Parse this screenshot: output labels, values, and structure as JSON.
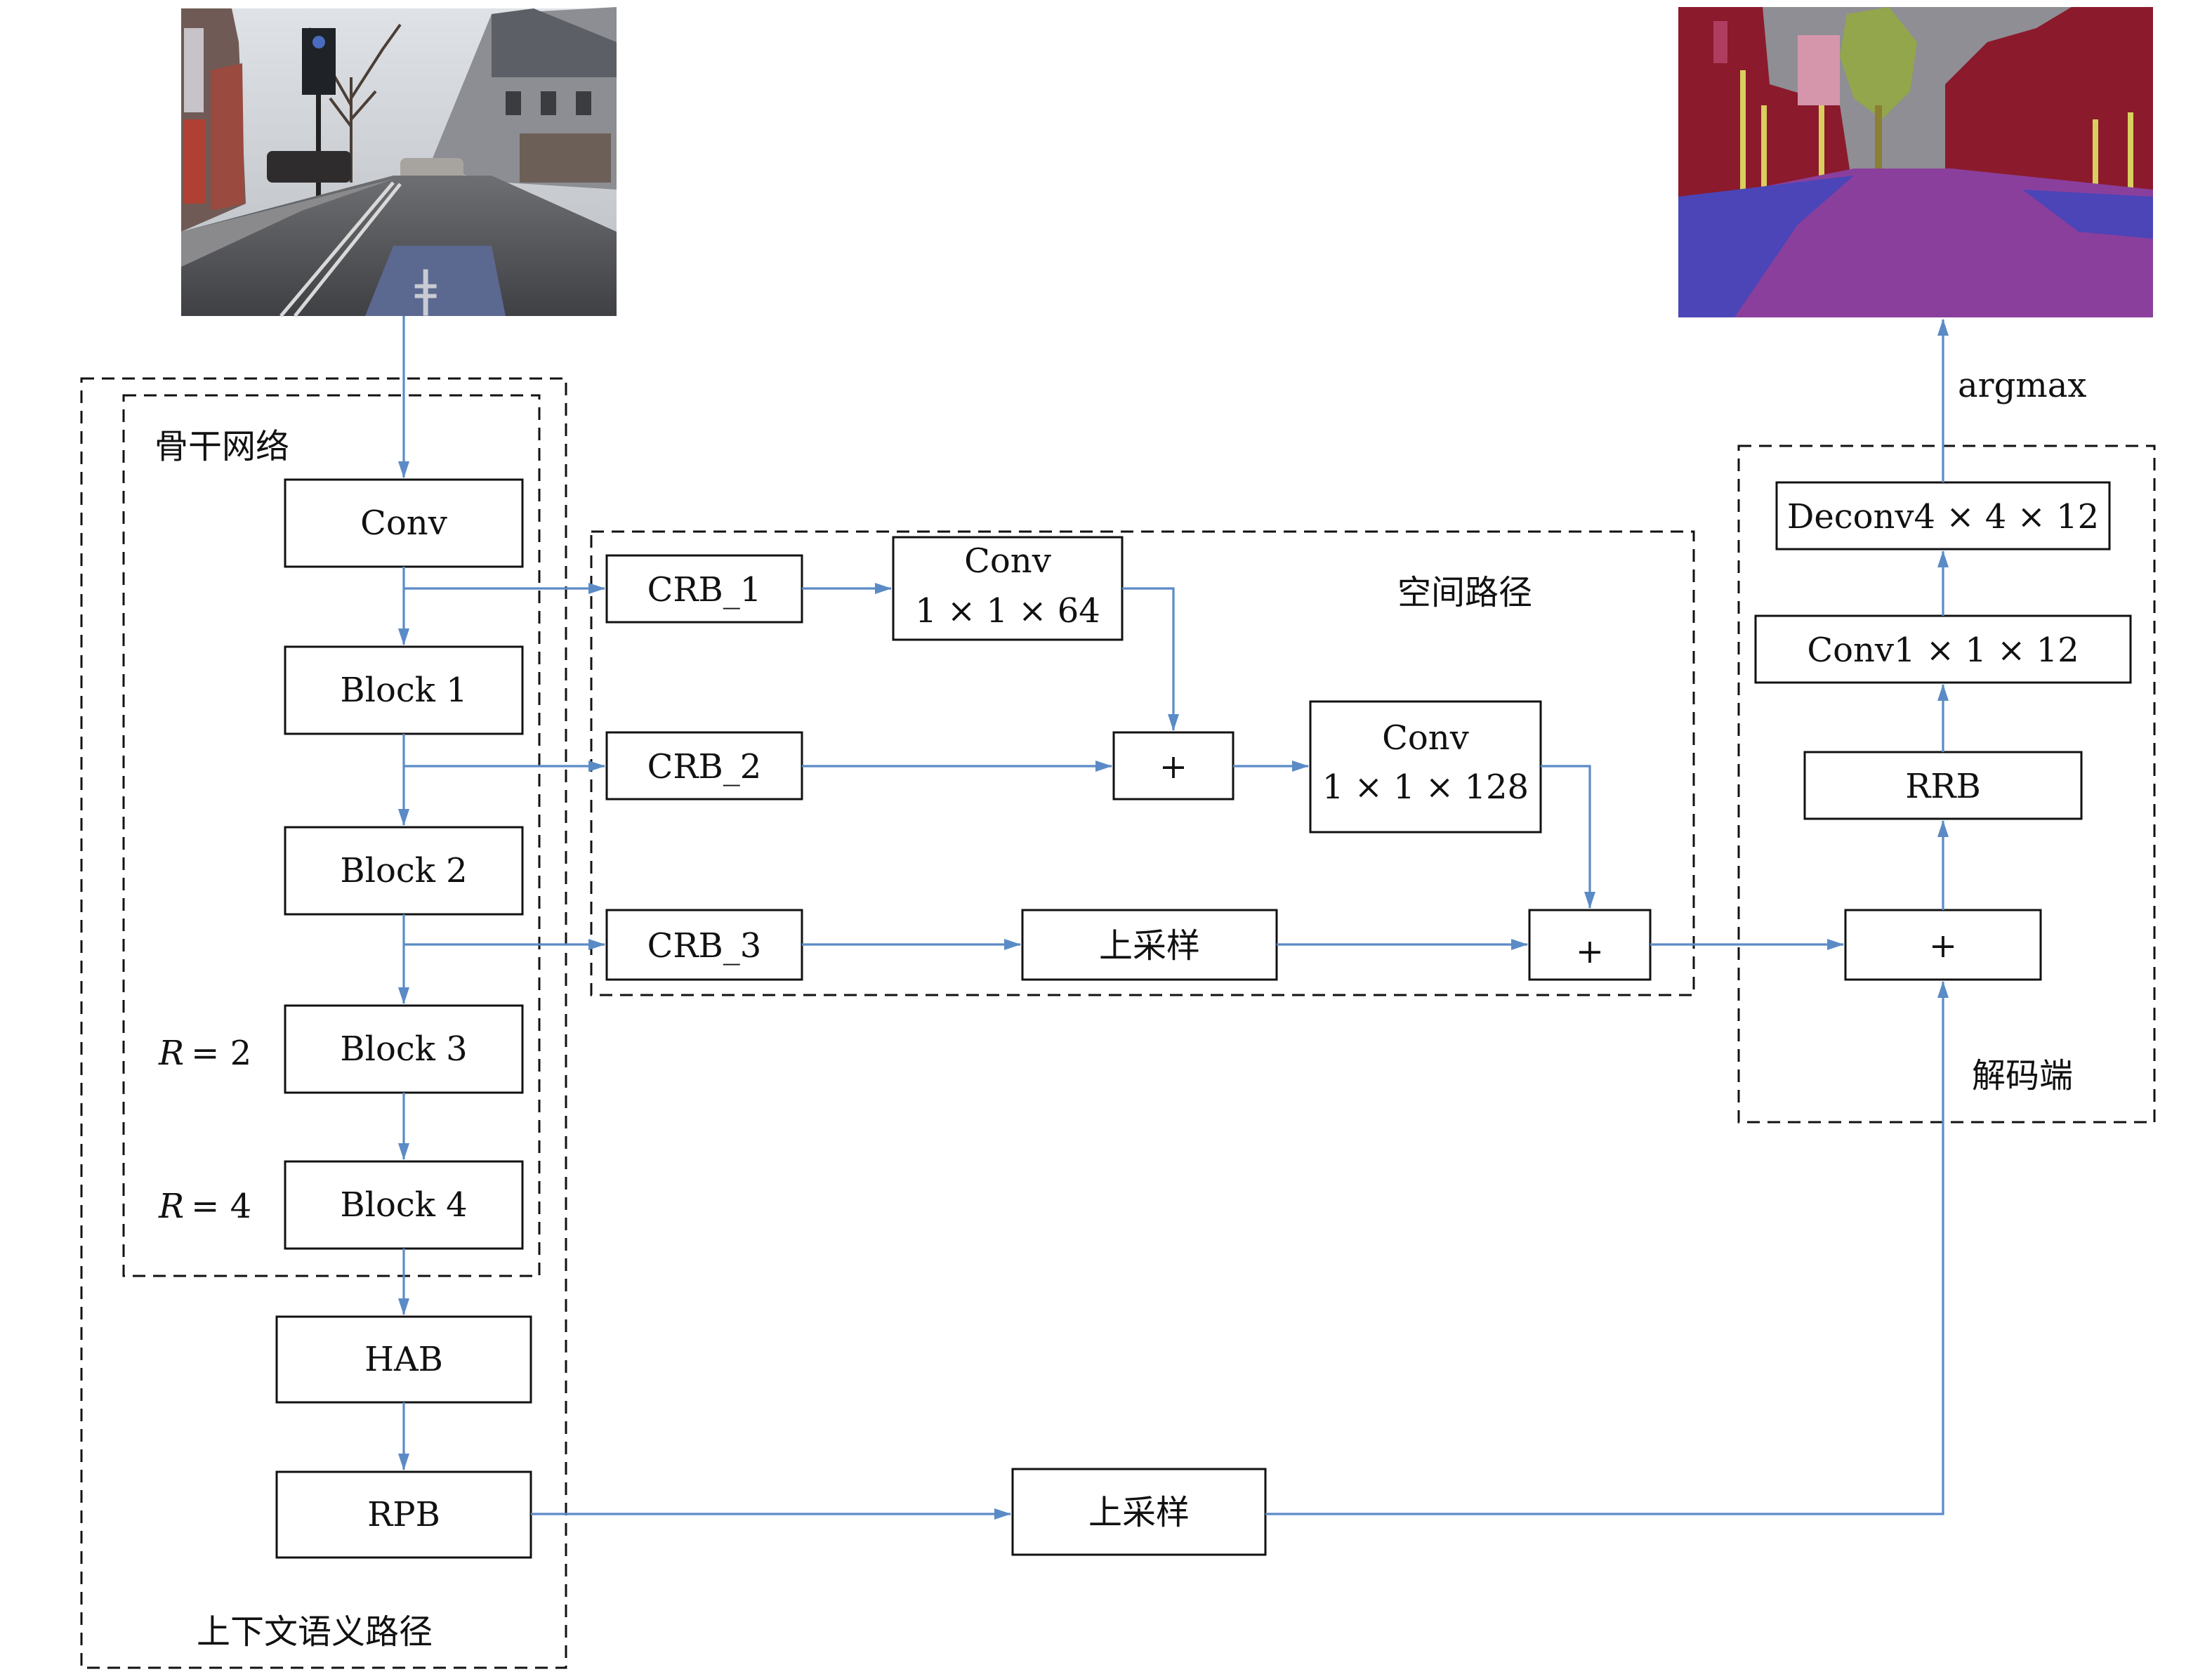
{
  "colors": {
    "arrow": "#5b8bc6",
    "box_stroke": "#111111",
    "background": "#ffffff"
  },
  "images": {
    "input": {
      "name": "street-scene-photo"
    },
    "output": {
      "name": "segmentation-result-map"
    }
  },
  "regions": {
    "context_path": "上下文语义路径",
    "backbone": "骨干网络",
    "spatial_path": "空间路径",
    "decoder": "解码端"
  },
  "backbone": {
    "conv": "Conv",
    "block1": "Block 1",
    "block2": "Block 2",
    "block3": "Block 3",
    "block4": "Block 4",
    "r2_var": "R",
    "r2_eq": "= 2",
    "r4_var": "R",
    "r4_eq": "= 4"
  },
  "context": {
    "hab": "HAB",
    "rpb": "RPB",
    "upsample": "上采样"
  },
  "spatial": {
    "crb1": "CRB_1",
    "crb2": "CRB_2",
    "crb3": "CRB_3",
    "conv64_l1": "Conv",
    "conv64_l2": "1 × 1 × 64",
    "conv128_l1": "Conv",
    "conv128_l2": "1 × 1 × 128",
    "plus1": "+",
    "plus2": "+",
    "upsample": "上采样"
  },
  "decoder": {
    "plus": "+",
    "rrb": "RRB",
    "conv1": "Conv1 × 1 × 12",
    "deconv4": "Deconv4 × 4 × 12",
    "argmax": "argmax"
  }
}
